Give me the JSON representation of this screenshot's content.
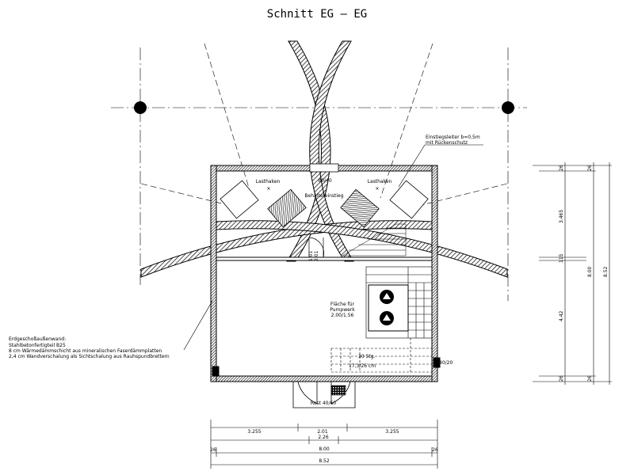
{
  "title": "Schnitt EG — EG",
  "labels": {
    "lasthaken_left": "Lasthaken",
    "lasthaken_right": "Lasthaken",
    "opening": "80/40",
    "behaelter_einstieg": "Behältereinstieg",
    "einstiegsleiter_line1": "Einstiegsleiter b=0,5m",
    "einstiegsleiter_line2": "mit Rückenschutz",
    "door_height_1": "1.01",
    "door_height_2": "2.01",
    "pumpwerk_line1": "Fläche für",
    "pumpwerk_line2": "Pumpwerk",
    "pumpwerk_line3": "2.00/1.56",
    "stairs_line1": "30 Stg.",
    "stairs_line2": "17,3/26 cm",
    "window": "40/20",
    "rost": "Rost  40/60"
  },
  "wall_note": [
    "Erdgeschoßaußenwand:",
    "Stahlbetonfertigteil B25",
    "8  cm Wärmedämmschicht aus mineralischen Faserdämmplatten",
    "2,4 cm Wandverschalung als Sichtschalung aus Rauhspundbrettern"
  ],
  "dims_bottom": {
    "row1": [
      "3.255",
      "2.01",
      "3.255"
    ],
    "row2": "2.26",
    "row3_end_left": "26",
    "row3": "8.00",
    "row3_end_right": "26",
    "row4": "8.52"
  },
  "dims_right": {
    "top_26a": "26",
    "top_26b": "26",
    "seg1": "3.465",
    "seg2": "115",
    "seg3": "4.42",
    "bot_26a": "26",
    "bot_26b": "26",
    "total_inner": "8.00",
    "total_outer": "8.52"
  }
}
